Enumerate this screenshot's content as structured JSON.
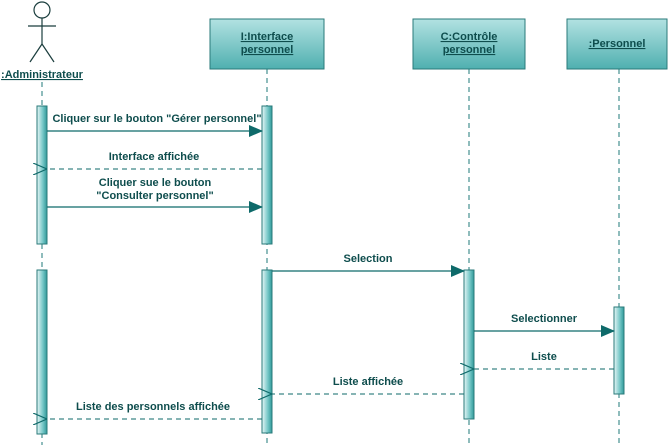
{
  "diagram": {
    "actor": {
      "name": ":Administrateur"
    },
    "objects": [
      {
        "id": "interface",
        "line1": "I:Interface",
        "line2": "personnel"
      },
      {
        "id": "controle",
        "line1": "C:Contrôle",
        "line2": "personnel"
      },
      {
        "id": "personnel",
        "line1": ":Personnel",
        "line2": ""
      }
    ],
    "messages": [
      {
        "label1": "Cliquer sur le bouton \"Gérer personnel\"",
        "label2": "",
        "kind": "sync"
      },
      {
        "label1": "Interface affichée",
        "label2": "",
        "kind": "return"
      },
      {
        "label1": "Cliquer sue le bouton",
        "label2": "\"Consulter personnel\"",
        "kind": "sync"
      },
      {
        "label1": "Selection",
        "label2": "",
        "kind": "sync"
      },
      {
        "label1": "Selectionner",
        "label2": "",
        "kind": "sync"
      },
      {
        "label1": "Liste",
        "label2": "",
        "kind": "return"
      },
      {
        "label1": "Liste affichée",
        "label2": "",
        "kind": "return"
      },
      {
        "label1": "Liste des personnels affichée",
        "label2": "",
        "kind": "return"
      }
    ],
    "colors": {
      "box_fill_top": "#a8dcdc",
      "box_fill_bottom": "#37a3a3",
      "stroke": "#0e6a6a",
      "text": "#0e4d4d",
      "lifeline": "#1f7a7a"
    }
  }
}
